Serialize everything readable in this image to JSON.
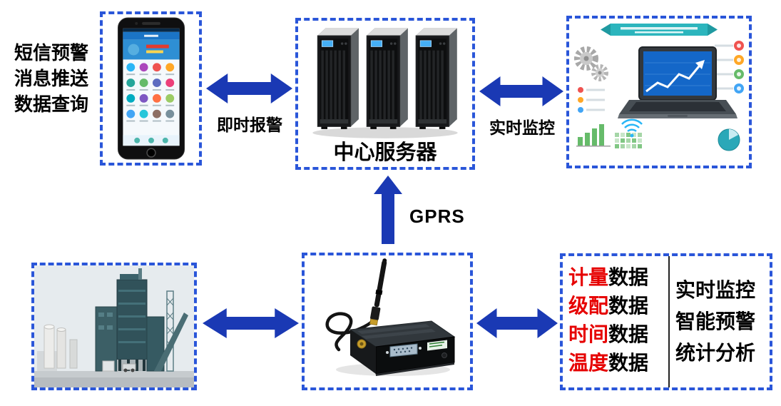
{
  "colors": {
    "panel_border_blue": "#2a56d9",
    "arrow_blue": "#1a39b4",
    "highlight_red": "#e60000",
    "text_black": "#000000"
  },
  "left_note": {
    "lines": [
      "短信预警",
      "消息推送",
      "数据查询"
    ]
  },
  "labels": {
    "phone_server_arrow": "即时报警",
    "server_laptop_arrow": "实时监控",
    "gprs": "GPRS",
    "server_caption": "中心服务器"
  },
  "data_panel": {
    "left_rows": [
      {
        "highlight": "计量",
        "rest": "数据"
      },
      {
        "highlight": "级配",
        "rest": "数据"
      },
      {
        "highlight": "时间",
        "rest": "数据"
      },
      {
        "highlight": "温度",
        "rest": "数据"
      }
    ],
    "right_rows": [
      "实时监控",
      "智能预警",
      "统计分析"
    ]
  },
  "illustrations": {
    "phone": "smartphone-app-screen",
    "server": "server-rack-towers",
    "laptop": "laptop-analytics-infographic",
    "factory": "asphalt-mixing-plant-photo",
    "modem": "gprs-dtu-modem"
  }
}
